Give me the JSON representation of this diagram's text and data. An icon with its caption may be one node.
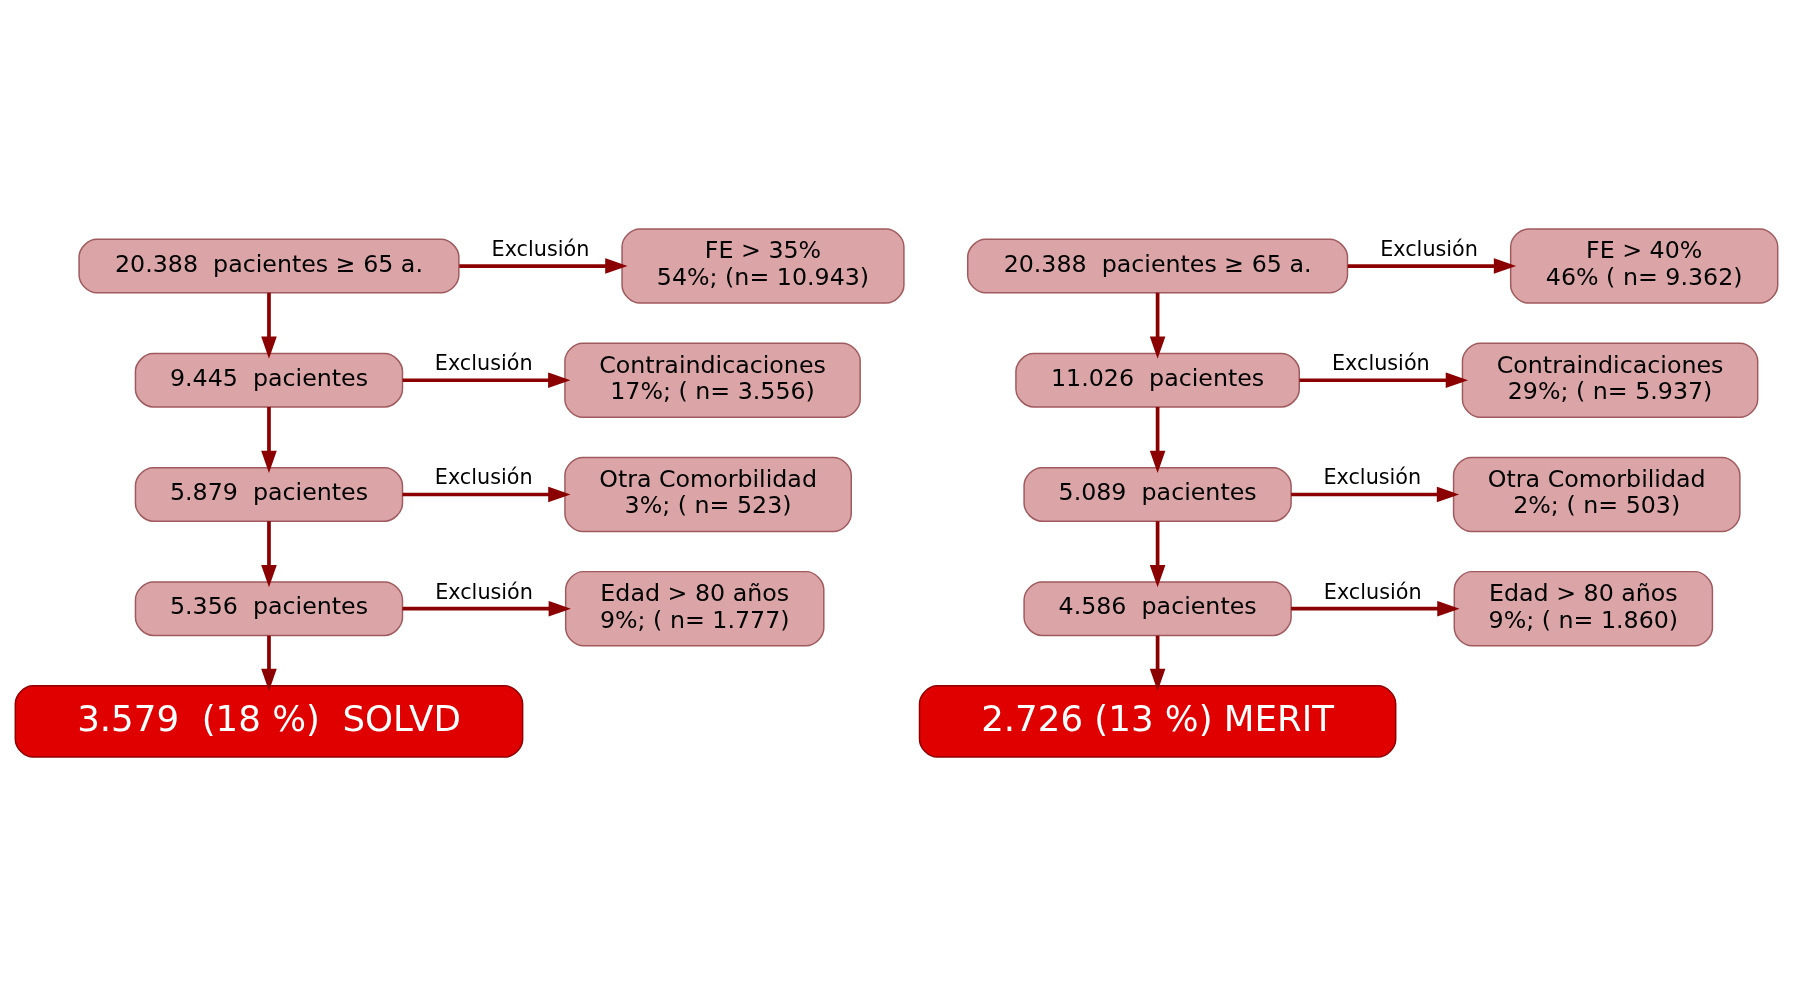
{
  "diagram": {
    "nodes": [
      {
        "text": [
          "20.388  pacientes ≥ 65 a."
        ]
      },
      {
        "text": [
          "FE > 35%",
          "54%; (n= 10.943)"
        ]
      },
      {
        "text": [
          "9.445  pacientes"
        ]
      },
      {
        "text": [
          "Contraindicaciones",
          "17%; ( n= 3.556)"
        ]
      },
      {
        "text": [
          "5.879  pacientes"
        ]
      },
      {
        "text": [
          "Otra Comorbilidad",
          "3%; ( n= 523)"
        ]
      },
      {
        "text": [
          "5.356  pacientes"
        ]
      },
      {
        "text": [
          "Edad > 80 años",
          "9%; ( n= 1.777)"
        ]
      },
      {
        "text": [
          "3.579  (18 %)  SOLVD"
        ]
      },
      {
        "text": [
          "20.388  pacientes ≥ 65 a."
        ]
      },
      {
        "text": [
          "FE > 40%",
          "46% ( n= 9.362)"
        ]
      },
      {
        "text": [
          "11.026  pacientes"
        ]
      },
      {
        "text": [
          "Contraindicaciones",
          "29%; ( n= 5.937)"
        ]
      },
      {
        "text": [
          "5.089  pacientes"
        ]
      },
      {
        "text": [
          "Otra Comorbilidad",
          "2%; ( n= 503)"
        ]
      },
      {
        "text": [
          "4.586  pacientes"
        ]
      },
      {
        "text": [
          "Edad > 80 años",
          "9%; ( n= 1.860)"
        ]
      },
      {
        "text": [
          "2.726 (13 %) MERIT"
        ]
      }
    ],
    "edges": [
      {
        "from": 0,
        "to": 2,
        "arrow": "to"
      },
      {
        "from": 0,
        "to": 1,
        "arrow": "to",
        "label": "Exclusión"
      },
      {
        "from": 2,
        "to": 4,
        "arrow": "to"
      },
      {
        "from": 2,
        "to": 3,
        "arrow": "to",
        "label": "Exclusión"
      },
      {
        "from": 4,
        "to": 6,
        "arrow": "to"
      },
      {
        "from": 4,
        "to": 5,
        "arrow": "to",
        "label": "Exclusión"
      },
      {
        "from": 6,
        "to": 8,
        "arrow": "to"
      },
      {
        "from": 6,
        "to": 7,
        "arrow": "to",
        "label": "Exclusión"
      },
      {
        "from": 9,
        "to": 11,
        "arrow": "to"
      },
      {
        "from": 9,
        "to": 10,
        "arrow": "to",
        "label": "Exclusión"
      },
      {
        "from": 11,
        "to": 13,
        "arrow": "to"
      },
      {
        "from": 11,
        "to": 12,
        "arrow": "to",
        "label": "Exclusión"
      },
      {
        "from": 13,
        "to": 15,
        "arrow": "to"
      },
      {
        "from": 13,
        "to": 14,
        "arrow": "to",
        "label": "Exclusión"
      },
      {
        "from": 15,
        "to": 17,
        "arrow": "to"
      },
      {
        "from": 15,
        "to": 16,
        "arrow": "to",
        "label": "Exclusión"
      }
    ]
  }
}
